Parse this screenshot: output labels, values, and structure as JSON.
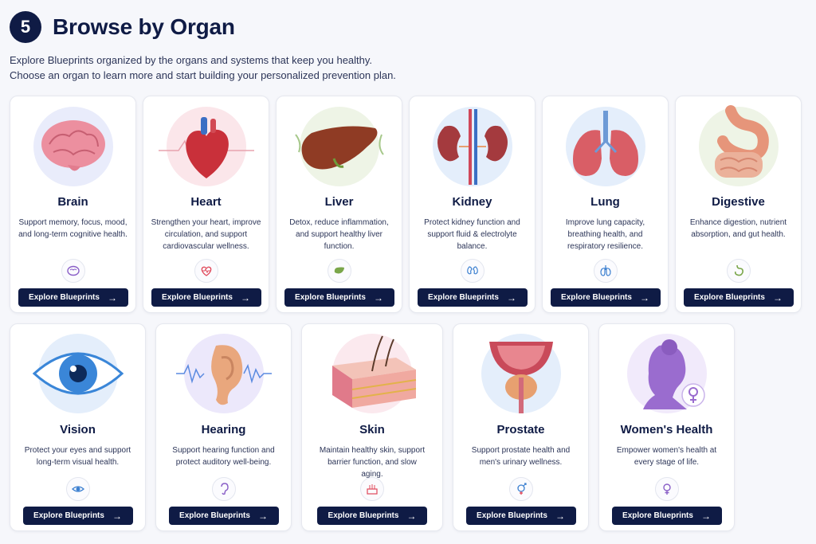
{
  "header": {
    "step": "5",
    "title": "Browse by Organ",
    "intro_line1": "Explore Blueprints organized by the organs and systems that keep you healthy.",
    "intro_line2": "Choose an organ to learn more and start building your personalized prevention plan."
  },
  "button_label": "Explore Blueprints",
  "arrow": "→",
  "organs": [
    {
      "title": "Brain",
      "desc": "Support memory, focus, mood, and long-term cognitive health.",
      "icon": "brain-icon"
    },
    {
      "title": "Heart",
      "desc": "Strengthen your heart, improve circulation, and support cardiovascular wellness.",
      "icon": "heart-icon"
    },
    {
      "title": "Liver",
      "desc": "Detox, reduce inflammation, and support healthy liver function.",
      "icon": "liver-icon"
    },
    {
      "title": "Kidney",
      "desc": "Protect kidney function and support fluid & electrolyte balance.",
      "icon": "kidney-icon"
    },
    {
      "title": "Lung",
      "desc": "Improve lung capacity, breathing health, and respiratory resilience.",
      "icon": "lung-icon"
    },
    {
      "title": "Digestive",
      "desc": "Enhance digestion, nutrient absorption, and gut health.",
      "icon": "stomach-icon"
    },
    {
      "title": "Vision",
      "desc": "Protect your eyes and support long-term visual health.",
      "icon": "eye-icon"
    },
    {
      "title": "Hearing",
      "desc": "Support hearing function and protect auditory well-being.",
      "icon": "ear-icon"
    },
    {
      "title": "Skin",
      "desc": "Maintain healthy skin, support barrier function, and slow aging.",
      "icon": "skin-icon"
    },
    {
      "title": "Prostate",
      "desc": "Support prostate health and men's urinary wellness.",
      "icon": "male-female-icon"
    },
    {
      "title": "Women's Health",
      "desc": "Empower women's health at every stage of life.",
      "icon": "female-icon"
    }
  ],
  "colors": {
    "navy": "#0f1b45",
    "brain": "#e98a9b",
    "heart": "#c9303a",
    "liver": "#8f3b24",
    "kidney": "#a43a3e",
    "lung": "#d95e66",
    "digestive": "#e6957a",
    "vision": "#3a86d8",
    "hearing": "#e9a77d",
    "skin": "#e07a8a",
    "prostate": "#c94a5a",
    "womens": "#9a6ccf"
  }
}
